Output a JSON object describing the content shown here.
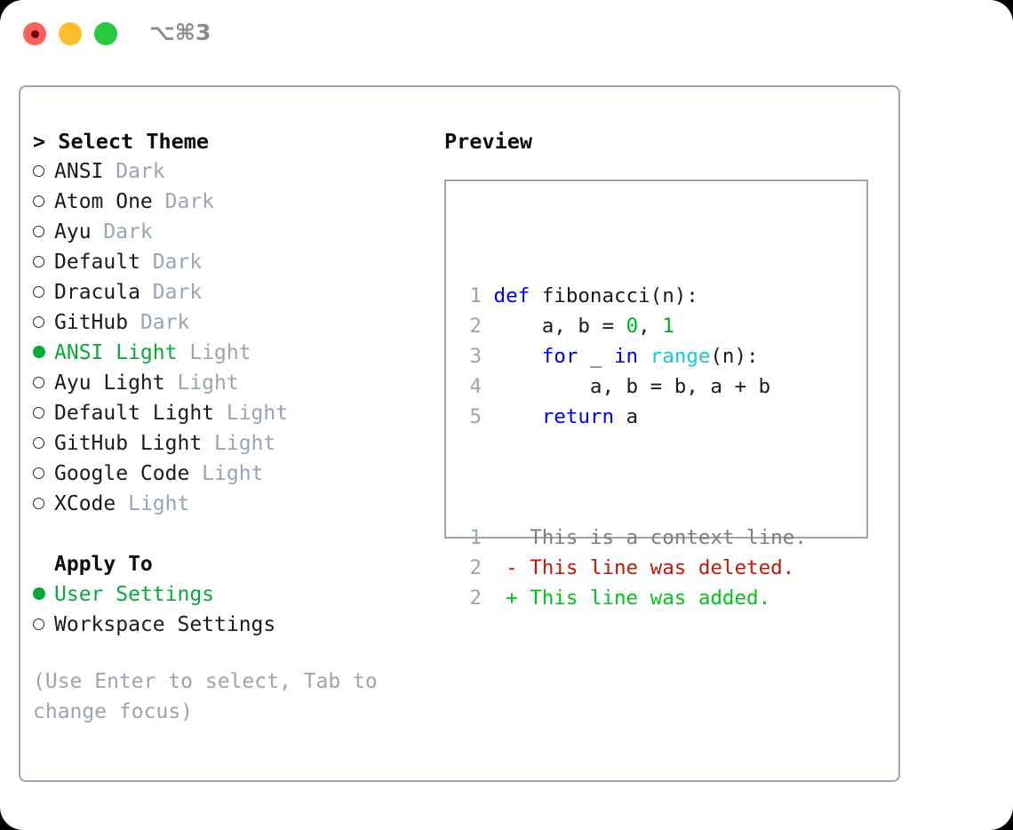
{
  "titlebar": {
    "title": "⌥⌘3",
    "buttons": [
      {
        "name": "close-button",
        "color": "#ff6059"
      },
      {
        "name": "minimize-button",
        "color": "#ffbd2e"
      },
      {
        "name": "maximize-button",
        "color": "#28c840"
      }
    ]
  },
  "colors": {
    "accent_green": "#0aa83c",
    "muted": "#9aa4b2",
    "border": "#9aa6b2",
    "keyword_blue": "#0000ee",
    "function_cyan": "#11cccc",
    "number_green": "#00b31a",
    "diff_delete_red": "#c21807",
    "diff_add_green": "#00c41a"
  },
  "theme_picker": {
    "heading": "> Select Theme",
    "items": [
      {
        "marker": "○",
        "name": "ANSI",
        "variant": "Dark",
        "selected": false
      },
      {
        "marker": "○",
        "name": "Atom One",
        "variant": "Dark",
        "selected": false
      },
      {
        "marker": "○",
        "name": "Ayu",
        "variant": "Dark",
        "selected": false
      },
      {
        "marker": "○",
        "name": "Default",
        "variant": "Dark",
        "selected": false
      },
      {
        "marker": "○",
        "name": "Dracula",
        "variant": "Dark",
        "selected": false
      },
      {
        "marker": "○",
        "name": "GitHub",
        "variant": "Dark",
        "selected": false
      },
      {
        "marker": "●",
        "name": "ANSI Light",
        "variant": "Light",
        "selected": true
      },
      {
        "marker": "○",
        "name": "Ayu Light",
        "variant": "Light",
        "selected": false
      },
      {
        "marker": "○",
        "name": "Default Light",
        "variant": "Light",
        "selected": false
      },
      {
        "marker": "○",
        "name": "GitHub Light",
        "variant": "Light",
        "selected": false
      },
      {
        "marker": "○",
        "name": "Google Code",
        "variant": "Light",
        "selected": false
      },
      {
        "marker": "○",
        "name": "XCode",
        "variant": "Light",
        "selected": false
      }
    ]
  },
  "apply_to": {
    "heading": "Apply To",
    "options": [
      {
        "marker": "●",
        "label": "User Settings",
        "selected": true
      },
      {
        "marker": "○",
        "label": "Workspace Settings",
        "selected": false
      }
    ]
  },
  "hint": "(Use Enter to select, Tab to change focus)",
  "preview": {
    "heading": "Preview",
    "code_lines": [
      {
        "no": "1",
        "tokens": [
          {
            "t": "def",
            "c": "kw"
          },
          {
            "t": " fibonacci(n):",
            "c": "plain"
          }
        ]
      },
      {
        "no": "2",
        "tokens": [
          {
            "t": "    a, b = ",
            "c": "plain"
          },
          {
            "t": "0",
            "c": "num"
          },
          {
            "t": ", ",
            "c": "plain"
          },
          {
            "t": "1",
            "c": "num"
          }
        ]
      },
      {
        "no": "3",
        "tokens": [
          {
            "t": "    ",
            "c": "plain"
          },
          {
            "t": "for",
            "c": "kw"
          },
          {
            "t": " _ ",
            "c": "plain"
          },
          {
            "t": "in",
            "c": "kw"
          },
          {
            "t": " ",
            "c": "plain"
          },
          {
            "t": "range",
            "c": "fn"
          },
          {
            "t": "(n):",
            "c": "plain"
          }
        ]
      },
      {
        "no": "4",
        "tokens": [
          {
            "t": "        a, b = b, a + b",
            "c": "plain"
          }
        ]
      },
      {
        "no": "5",
        "tokens": [
          {
            "t": "    ",
            "c": "plain"
          },
          {
            "t": "return",
            "c": "kw"
          },
          {
            "t": " a",
            "c": "plain"
          }
        ]
      }
    ],
    "diff_lines": [
      {
        "no": "1",
        "sign": " ",
        "text": "This is a context line.",
        "kind": "ctx"
      },
      {
        "no": "2",
        "sign": "-",
        "text": "This line was deleted.",
        "kind": "del"
      },
      {
        "no": "2",
        "sign": "+",
        "text": "This line was added.",
        "kind": "add"
      }
    ]
  }
}
